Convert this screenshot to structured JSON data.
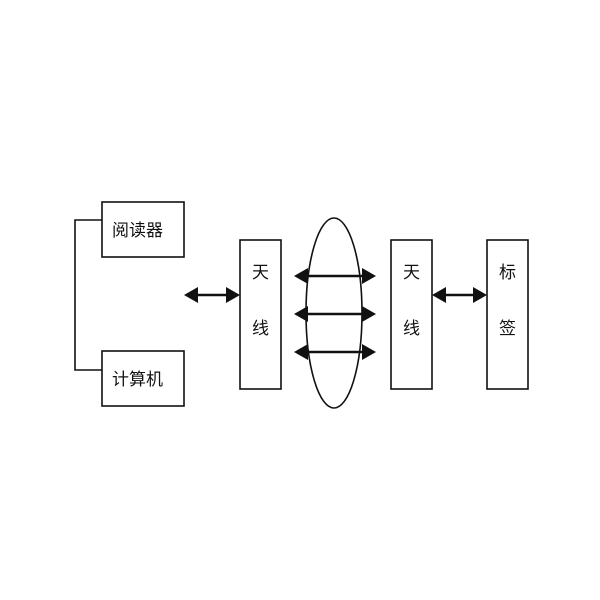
{
  "nodes": {
    "reader": "阅读器",
    "computer": "计算机",
    "reader_antenna": {
      "line1": "天",
      "line2": "线"
    },
    "tag_antenna": {
      "line1": "天",
      "line2": "线"
    },
    "tag": {
      "line1": "标",
      "line2": "签"
    }
  },
  "colors": {
    "stroke": "#111111",
    "background": "#ffffff"
  }
}
